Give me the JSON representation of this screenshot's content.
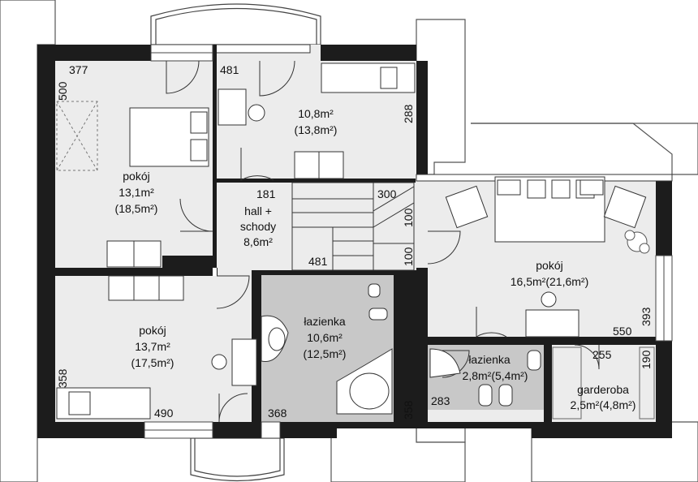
{
  "rooms": {
    "bedroom_nw": {
      "name": "pokój",
      "area": "13,1m²",
      "area_total": "(18,5m²)"
    },
    "room_n": {
      "area": "10,8m²",
      "area_total": "(13,8m²)"
    },
    "hall": {
      "name_line1": "hall +",
      "name_line2": "schody",
      "area": "8,6m²"
    },
    "bedroom_e": {
      "name": "pokój",
      "area": "16,5m²(21,6m²)"
    },
    "bedroom_sw": {
      "name": "pokój",
      "area": "13,7m²",
      "area_total": "(17,5m²)"
    },
    "bathroom_main": {
      "name": "łazienka",
      "area": "10,6m²",
      "area_total": "(12,5m²)"
    },
    "bathroom_small": {
      "name": "łazienka",
      "area": "2,8m²(5,4m²)"
    },
    "wardrobe": {
      "name": "garderoba",
      "area": "2,5m²(4,8m²)"
    }
  },
  "dimensions": {
    "d377": "377",
    "d500": "500",
    "d481_top": "481",
    "d288": "288",
    "d181": "181",
    "d300": "300",
    "d100_a": "100",
    "d100_b": "100",
    "d481_mid": "481",
    "d393": "393",
    "d550": "550",
    "d255": "255",
    "d190": "190",
    "d358_left": "358",
    "d490": "490",
    "d368": "368",
    "d358_mid": "358",
    "d283": "283"
  },
  "colors": {
    "wall": "#1c1c1c",
    "floor": "#ececec",
    "bathroom_floor": "#c8c8c8",
    "roof": "#ffffff",
    "outline": "#555555"
  }
}
